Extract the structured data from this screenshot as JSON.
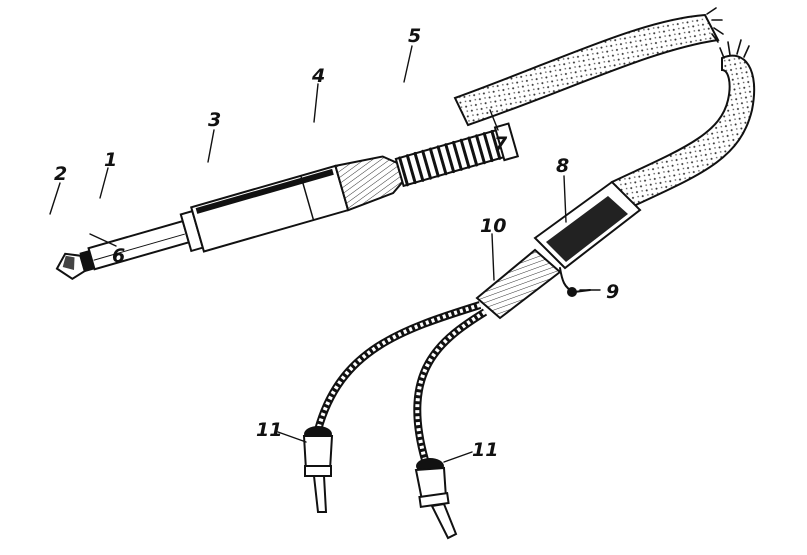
{
  "diagram": {
    "labels": [
      "1",
      "2",
      "3",
      "4",
      "5",
      "6",
      "7",
      "8",
      "9",
      "10",
      "11",
      "11"
    ]
  }
}
